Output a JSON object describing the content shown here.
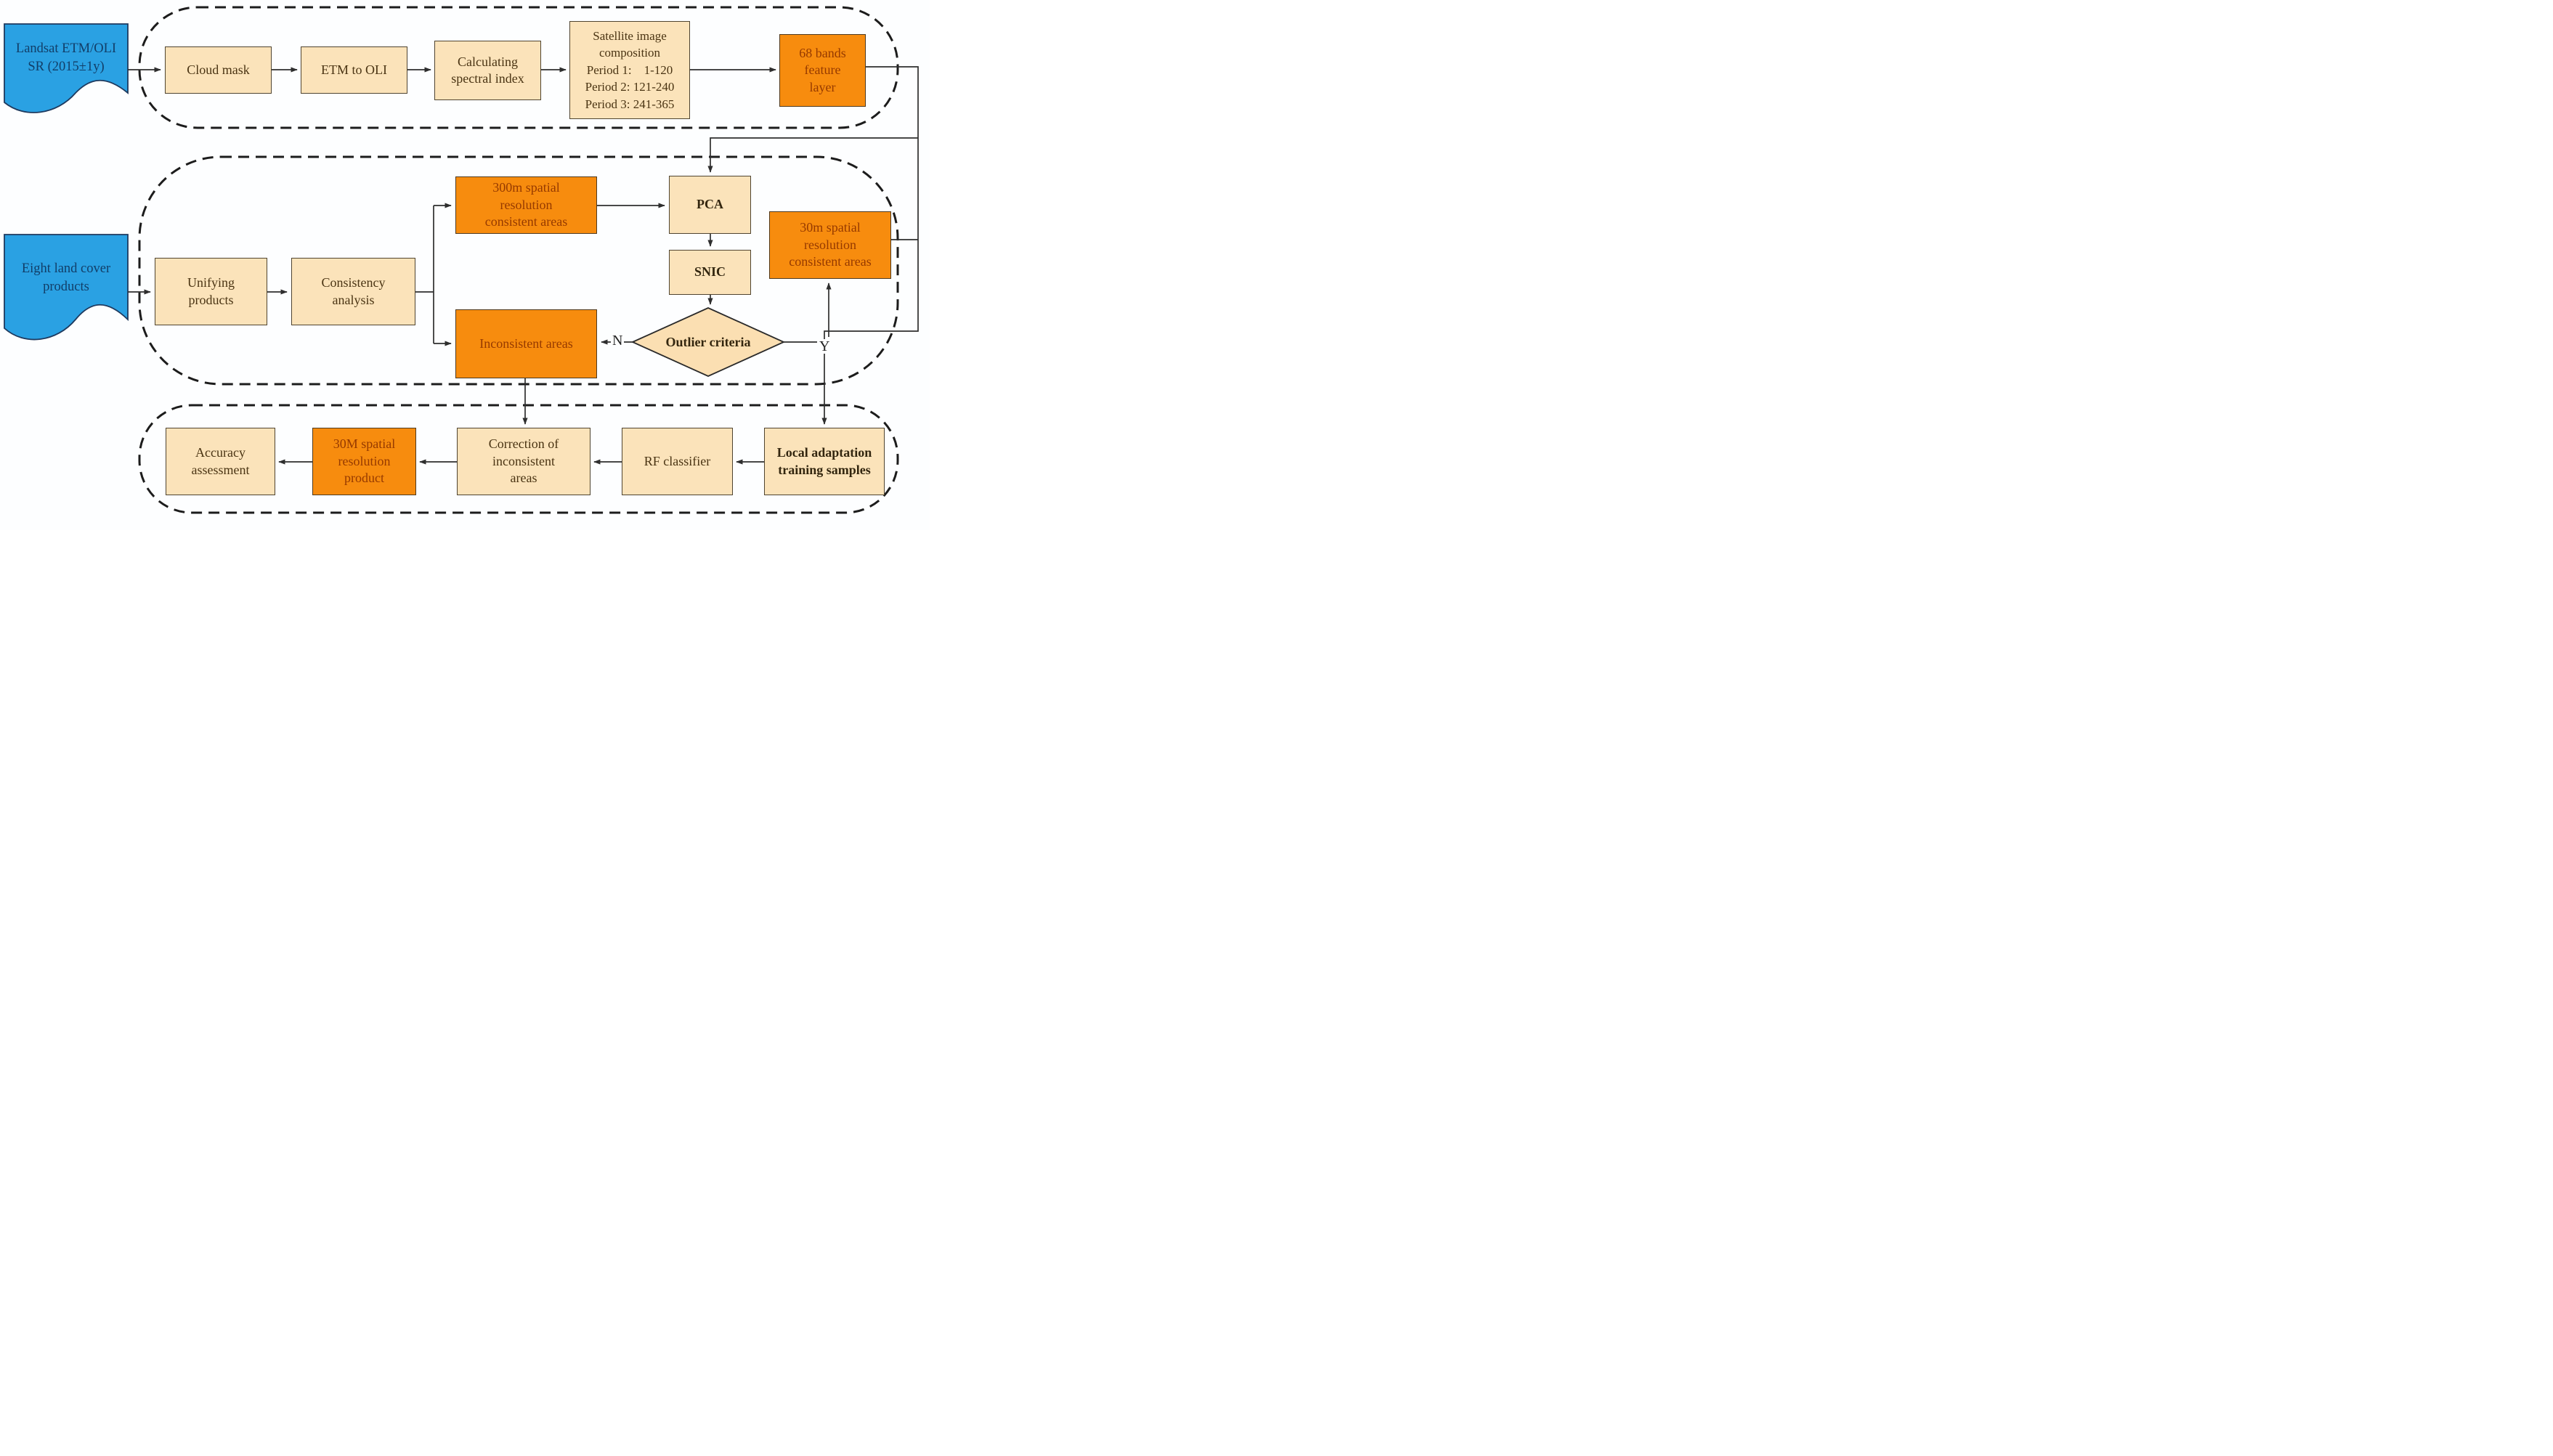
{
  "figure": {
    "type": "flowchart",
    "description": "Workflow for producing a 30 m land cover product from Landsat imagery and eight existing land cover products"
  },
  "colors": {
    "process_fill": "#fbe3ba",
    "highlight_fill": "#f78c0e",
    "input_data_fill": "#2aa1e3",
    "diamond_fill": "#fbdfb2",
    "dashed_container_stroke": "#1c1c1c",
    "arrow_stroke": "#2e2e2e",
    "process_text": "#4a3413",
    "highlight_text": "#963a00",
    "input_data_text": "#123e68"
  },
  "nodes": {
    "landsat_input": {
      "label": "Landsat ETM/OLI\nSR (2015±1y)"
    },
    "cloud_mask": {
      "label": "Cloud mask"
    },
    "etm_to_oli": {
      "label": "ETM to OLI"
    },
    "calc_spectral_index": {
      "label": "Calculating\nspectral index"
    },
    "satellite_composition": {
      "label": "Satellite image\ncomposition\nPeriod 1:    1-120\nPeriod 2: 121-240\nPeriod 3: 241-365"
    },
    "bands_68": {
      "label": "68 bands\nfeature\nlayer"
    },
    "land_cover_input": {
      "label": "Eight land cover\nproducts"
    },
    "unifying_products": {
      "label": "Unifying\nproducts"
    },
    "consistency_analysis": {
      "label": "Consistency\nanalysis"
    },
    "consistent_300m": {
      "label": "300m spatial\nresolution\nconsistent areas"
    },
    "pca": {
      "label": "PCA"
    },
    "snic": {
      "label": "SNIC"
    },
    "outlier_criteria": {
      "label": "Outlier criteria"
    },
    "consistent_30m": {
      "label": "30m spatial\nresolution\nconsistent areas"
    },
    "inconsistent_areas": {
      "label": "Inconsistent areas"
    },
    "local_adaptation": {
      "label": "Local adaptation\ntraining samples"
    },
    "rf_classifier": {
      "label": "RF classifier"
    },
    "correction": {
      "label": "Correction of\ninconsistent\nareas"
    },
    "product_30m": {
      "label": "30M spatial\nresolution\nproduct"
    },
    "accuracy": {
      "label": "Accuracy\nassessment"
    }
  },
  "edge_labels": {
    "yes": "Y",
    "no": "N"
  }
}
